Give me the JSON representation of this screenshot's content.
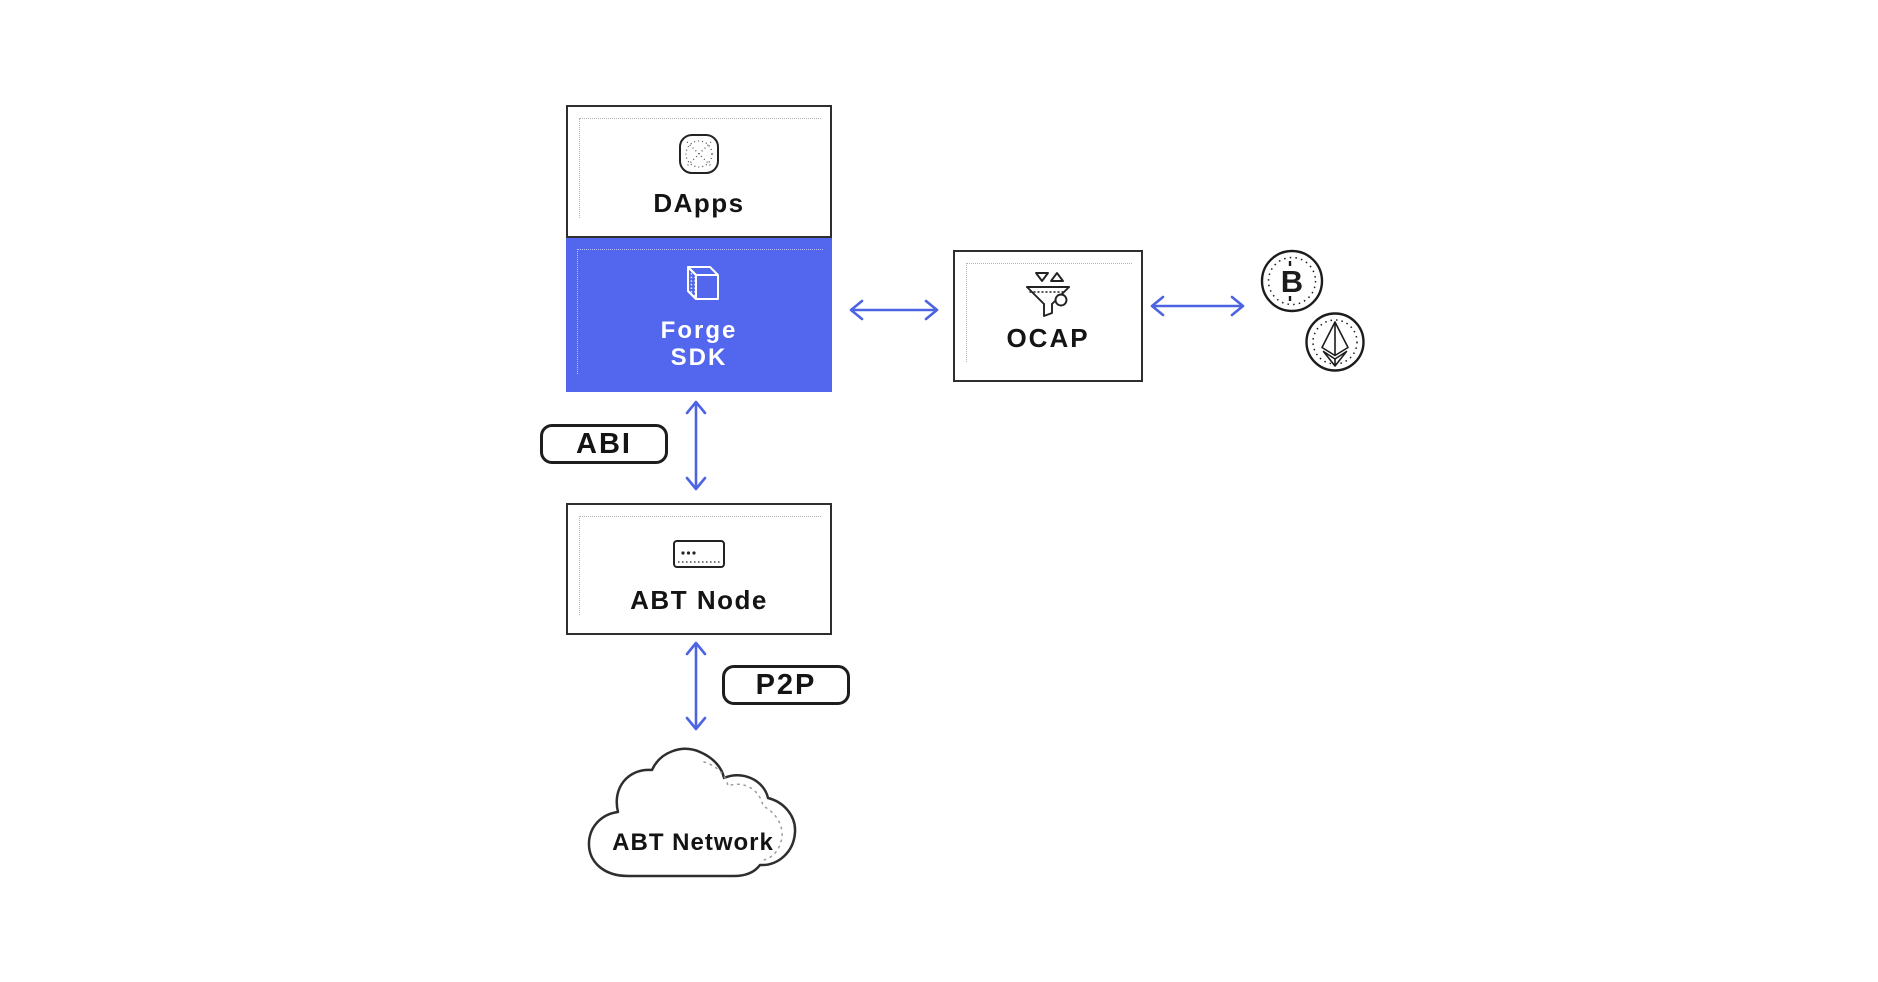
{
  "theme": {
    "accent_blue": "#5267EE",
    "arrow_blue": "#4C63E2",
    "outline_dark": "#2E2E2E",
    "pill_dark": "#1D1D1D",
    "dotted_gray": "#B3B3B3",
    "text_dark": "#141414",
    "bg": "#FFFFFF"
  },
  "nodes": {
    "dapps": {
      "label": "DApps",
      "icon": "app-tile-icon"
    },
    "forge_sdk": {
      "line1": "Forge",
      "line2": "SDK",
      "icon": "cube-icon"
    },
    "ocap": {
      "label": "OCAP",
      "icon": "funnel-icon"
    },
    "abt_node": {
      "label": "ABT Node",
      "icon": "server-icon"
    },
    "abt_network": {
      "label": "ABT Network",
      "icon": "cloud-shape"
    },
    "bitcoin_coin": {
      "symbol": "B",
      "icon": "bitcoin-coin-icon"
    },
    "ethereum_coin": {
      "icon": "ethereum-coin-icon"
    }
  },
  "connectors": {
    "abi": {
      "label": "ABI"
    },
    "p2p": {
      "label": "P2P"
    },
    "arrows": [
      "forge-sdk-to-ocap",
      "ocap-to-crypto-coins",
      "forge-sdk-to-abt-node",
      "abt-node-to-abt-network"
    ]
  }
}
